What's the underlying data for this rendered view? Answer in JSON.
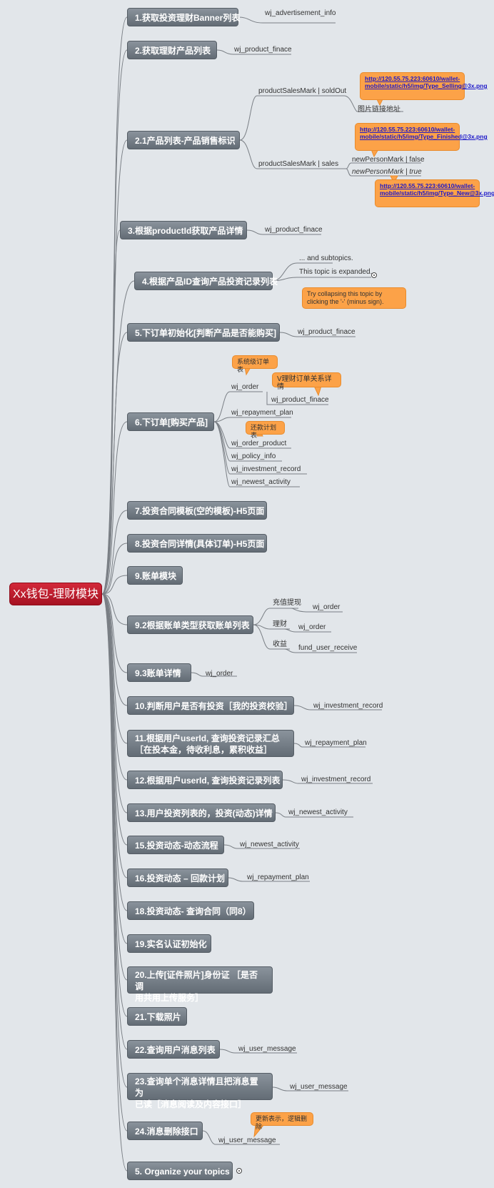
{
  "root": "Xx钱包-理财模块",
  "topics": {
    "t1": "1.获取投资理财Banner列表",
    "t2": "2.获取理财产品列表",
    "t21": "2.1产品列表-产品销售标识",
    "t3": "3.根据productId获取产品详情",
    "t4": "4.根据产品ID查询产品投资记录列表",
    "t5": "5.下订单初始化[判断产品是否能购买]",
    "t6": "6.下订单[购买产品]",
    "t7": "7.投资合同模板(空的模板)-H5页面",
    "t8": "8.投资合同详情(具体订单)-H5页面",
    "t9": "9.账单模块",
    "t92": "9.2根据账单类型获取账单列表",
    "t93": "9.3账单详情",
    "t10": "10.判断用户是否有投资［我的投资校验］",
    "t11a": "11.根据用户userId, 查询投资记录汇总",
    "t11b": "［在投本金，待收利息，累积收益］",
    "t12": "12.根据用户userId, 查询投资记录列表",
    "t13": "13.用户投资列表的，投资(动态)详情",
    "t15": "15.投资动态-动态流程",
    "t16": "16.投资动态 – 回款计划",
    "t18": "18.投资动态- 查询合同（同8）",
    "t19": "19.实名认证初始化",
    "t20a": "20.上传[证件照片]身份证 ［是否调",
    "t20b": "用共用上传服务］",
    "t21b": "21.下载照片",
    "t22": "22.查询用户消息列表",
    "t23a": "23.查询单个消息详情且把消息置为",
    "t23b": "已读［消息阅读及内容接口］",
    "t24": "24.消息删除接口",
    "t5b": "5. Organize your topics"
  },
  "subs": {
    "s1": "wj_advertisement_info",
    "s2": "wj_product_finace",
    "s21a": "productSalesMark | soldOut",
    "s21a1": "图片链接地址",
    "s21b": "productSalesMark | sales",
    "s21b1": "newPersonMark | false",
    "s21b2": "newPersonMark | true",
    "s3": "wj_product_finace",
    "s4a": "... and subtopics.",
    "s4b": "This topic is expanded.",
    "s5": "wj_product_finace",
    "s6a": "wj_order",
    "s6a1": "wj_product_finace",
    "s6b": "wj_repayment_plan",
    "s6c": "wj_order_product",
    "s6d": "wj_policy_info",
    "s6e": "wj_investment_record",
    "s6f": "wj_newest_activity",
    "s92a": "充值提现",
    "s92a1": "wj_order",
    "s92b": "理财",
    "s92b1": "wj_order",
    "s92c": "收益",
    "s92c1": "fund_user_receive",
    "s93": "wj_order",
    "s10": "wj_investment_record",
    "s11": "wj_repayment_plan",
    "s12": "wj_investment_record",
    "s13": "wj_newest_activity",
    "s15": "wj_newest_activity",
    "s16": "wj_repayment_plan",
    "s22": "wj_user_message",
    "s23": "wj_user_message",
    "s24": "wj_user_message"
  },
  "notes": {
    "n1": "http://120.55.75.223:60610/wallet-mobile/static/h5/img/Type_Selling@3x.png",
    "n2": "http://120.55.75.223:60610/wallet-mobile/static/h5/img/Type_Finished@3x.png",
    "n3": "http://120.55.75.223:60610/wallet-mobile/static/h5/img/Type_New@3x.png",
    "n4": "Try collapsing this topic by clicking the '-' (minus sign).",
    "n6a": "系统级订单表",
    "n6b": "V理财订单关系详情",
    "n6c": "还款计划表",
    "n24": "更新表示，逻辑删除"
  },
  "colors": {
    "background": "#e2e6ea",
    "root": "#c01b2c",
    "topic": "#737b84",
    "note": "#fca248",
    "link": "#1d18c9",
    "connector": "#7a7f85"
  }
}
